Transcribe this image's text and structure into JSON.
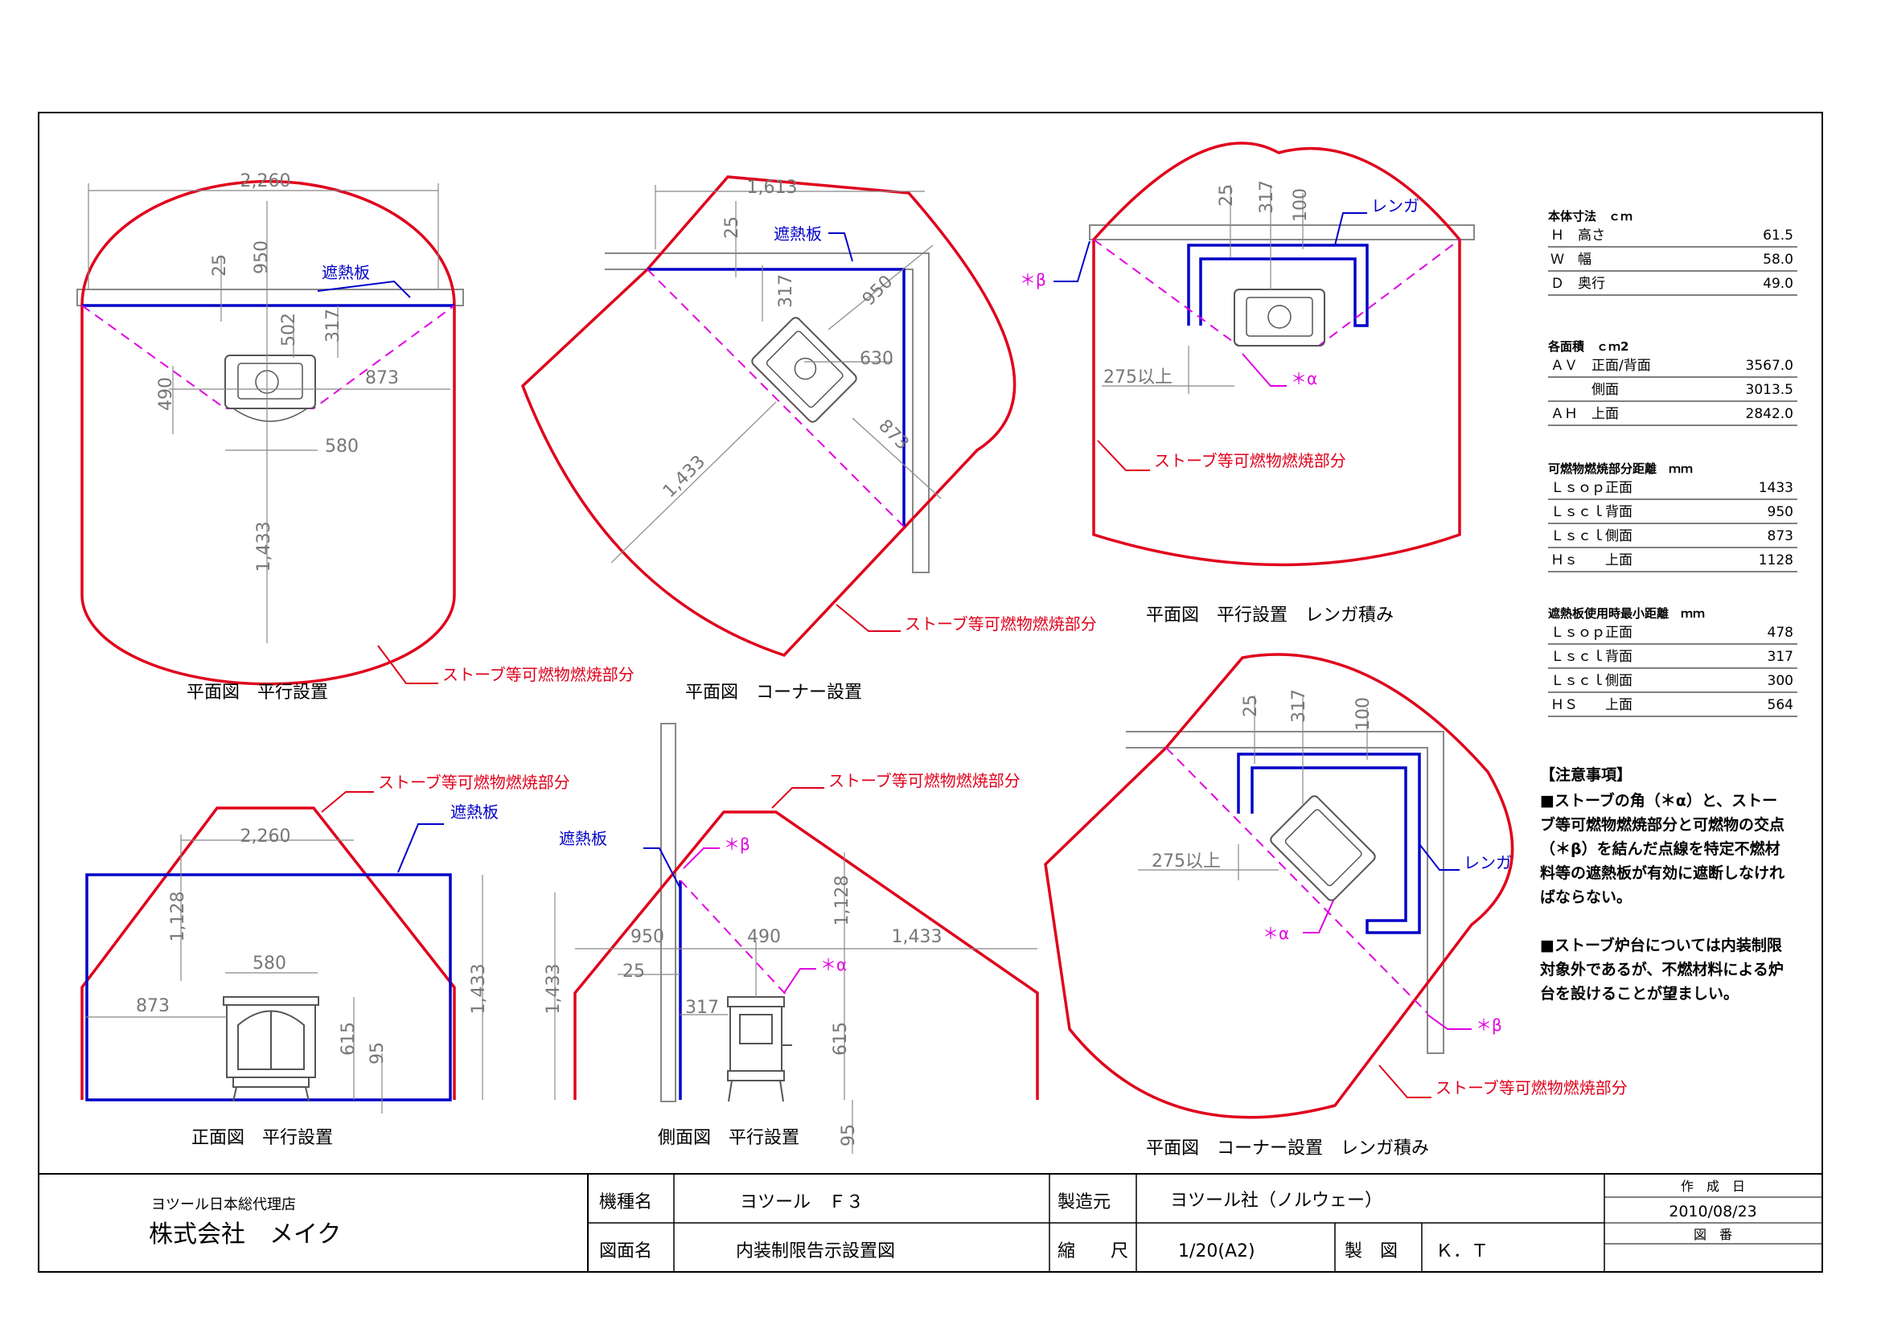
{
  "labels": {
    "combustible": "ストーブ等可燃物燃焼部分",
    "shield": "遮熱板",
    "brick": "レンガ",
    "alpha": "＊α",
    "beta": "＊β",
    "over275": "275以上"
  },
  "captions": {
    "plan_parallel": "平面図　平行設置",
    "plan_corner": "平面図　コーナー設置",
    "plan_parallel_brick": "平面図　平行設置　レンガ積み",
    "plan_corner_brick": "平面図　コーナー設置　レンガ積み",
    "front_parallel": "正面図　平行設置",
    "side_parallel": "側面図　平行設置"
  },
  "dims": {
    "d2260": "2,260",
    "d1613": "1,613",
    "d25": "25",
    "d950": "950",
    "d502": "502",
    "d317": "317",
    "d873": "873",
    "d490": "490",
    "d580": "580",
    "d1433": "1,433",
    "d630": "630",
    "d100": "100",
    "d1128": "1,128",
    "d615": "615",
    "d95": "95"
  },
  "specs": {
    "body_title": "本体寸法　ｃｍ",
    "body_rows": [
      {
        "label": "Ｈ　高さ",
        "value": "61.5"
      },
      {
        "label": "Ｗ　幅",
        "value": "58.0"
      },
      {
        "label": "Ｄ　奥行",
        "value": "49.0"
      }
    ],
    "area_title": "各面積　ｃｍ2",
    "area_rows": [
      {
        "label": "ＡＶ　正面/背面",
        "value": "3567.0"
      },
      {
        "label": "　　　側面",
        "value": "3013.5"
      },
      {
        "label": "ＡＨ　上面",
        "value": "2842.0"
      }
    ],
    "dist_title": "可燃物燃焼部分距離　ｍｍ",
    "dist_rows": [
      {
        "label": "Ｌｓｏｐ正面",
        "value": "1433"
      },
      {
        "label": "Ｌｓｃｌ背面",
        "value": "950"
      },
      {
        "label": "Ｌｓｃｌ側面",
        "value": "873"
      },
      {
        "label": "Ｈｓ　　上面",
        "value": "1128"
      }
    ],
    "min_title": "遮熱板使用時最小距離　ｍｍ",
    "min_rows": [
      {
        "label": "Ｌｓｏｐ正面",
        "value": "478"
      },
      {
        "label": "Ｌｓｃｌ背面",
        "value": "317"
      },
      {
        "label": "Ｌｓｃｌ側面",
        "value": "300"
      },
      {
        "label": "ＨＳ　　上面",
        "value": "564"
      }
    ]
  },
  "notes": {
    "title": "【注意事項】",
    "lines": [
      "■ストーブの角（＊α）と、ストー",
      "ブ等可燃物燃焼部分と可燃物の交点",
      "（＊β）を結んだ点線を特定不燃材",
      "料等の遮熱板が有効に遮断しなけれ",
      "ばならない。",
      "",
      "■ストーブ炉台については内装制限",
      "対象外であるが、不燃材料による炉",
      "台を設けることが望ましい。"
    ]
  },
  "titleblock": {
    "agency_small": "ヨツール日本総代理店",
    "company": "株式会社　メイク",
    "model_label": "機種名",
    "model_value": "ヨツール　Ｆ３",
    "maker_label": "製造元",
    "maker_value": "ヨツール社（ノルウェー）",
    "date_label": "作　成　日",
    "date_value": "2010/08/23",
    "drawing_label": "図面名",
    "drawing_value": "内装制限告示設置図",
    "scale_label": "縮　　尺",
    "scale_value": "1/20(A2)",
    "drafter_label": "製　図",
    "drafter_value": "Ｋ．Ｔ",
    "number_label": "図　番"
  },
  "colors": {
    "red": "#e0001b",
    "blue": "#0000c8",
    "magenta": "#e000e0",
    "gray": "#888888"
  }
}
